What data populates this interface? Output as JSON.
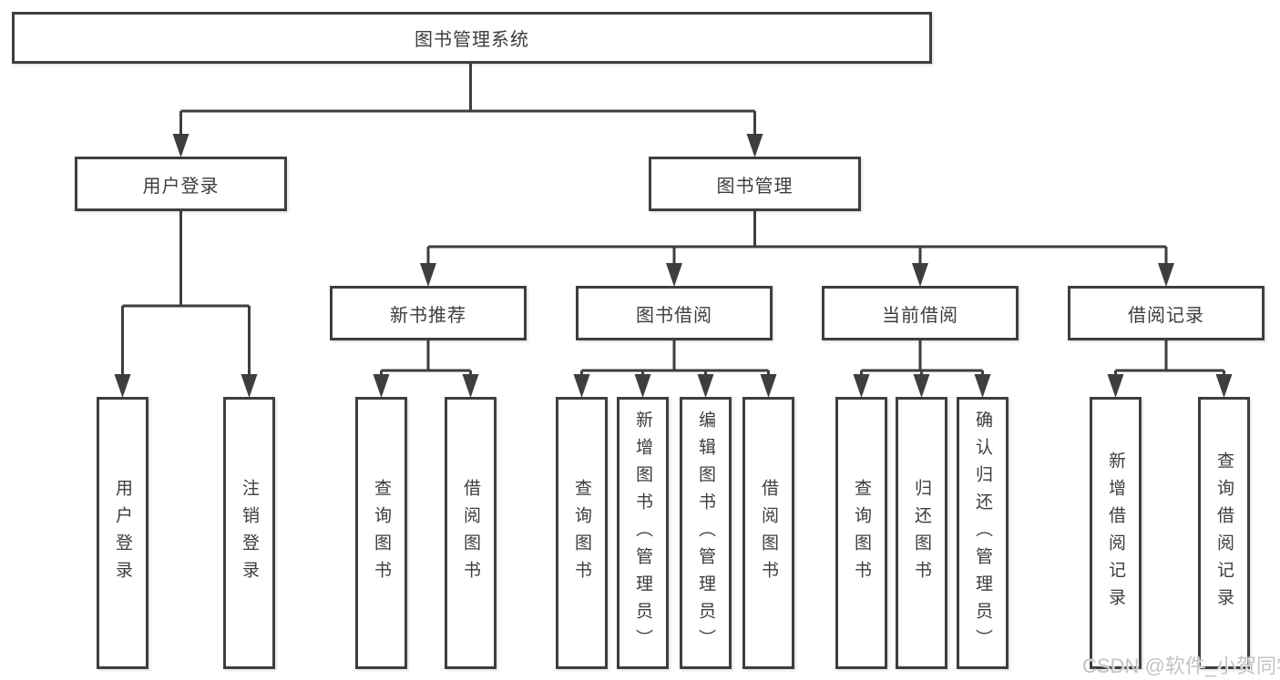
{
  "diagram": {
    "root": "图书管理系统",
    "level2": [
      "用户登录",
      "图书管理"
    ],
    "level3": [
      "新书推荐",
      "图书借阅",
      "当前借阅",
      "借阅记录"
    ],
    "leaves": {
      "user_login": [
        "用户登录",
        "注销登录"
      ],
      "new_book": [
        "查询图书",
        "借阅图书"
      ],
      "book_borrow": [
        "查询图书",
        "新增图书（管理员）",
        "编辑图书（管理员）",
        "借阅图书"
      ],
      "current_borrow": [
        "查询图书",
        "归还图书",
        "确认归还（管理员）"
      ],
      "borrow_records": [
        "新增借阅记录",
        "查询借阅记录"
      ]
    }
  },
  "watermark": "CSDN @软件_小贺同学",
  "colors": {
    "line": "#3e3e3e",
    "text": "#3d3d3d",
    "box_background": "#ffffff",
    "watermark": "#c3c3c3",
    "background": "#ffffff"
  }
}
